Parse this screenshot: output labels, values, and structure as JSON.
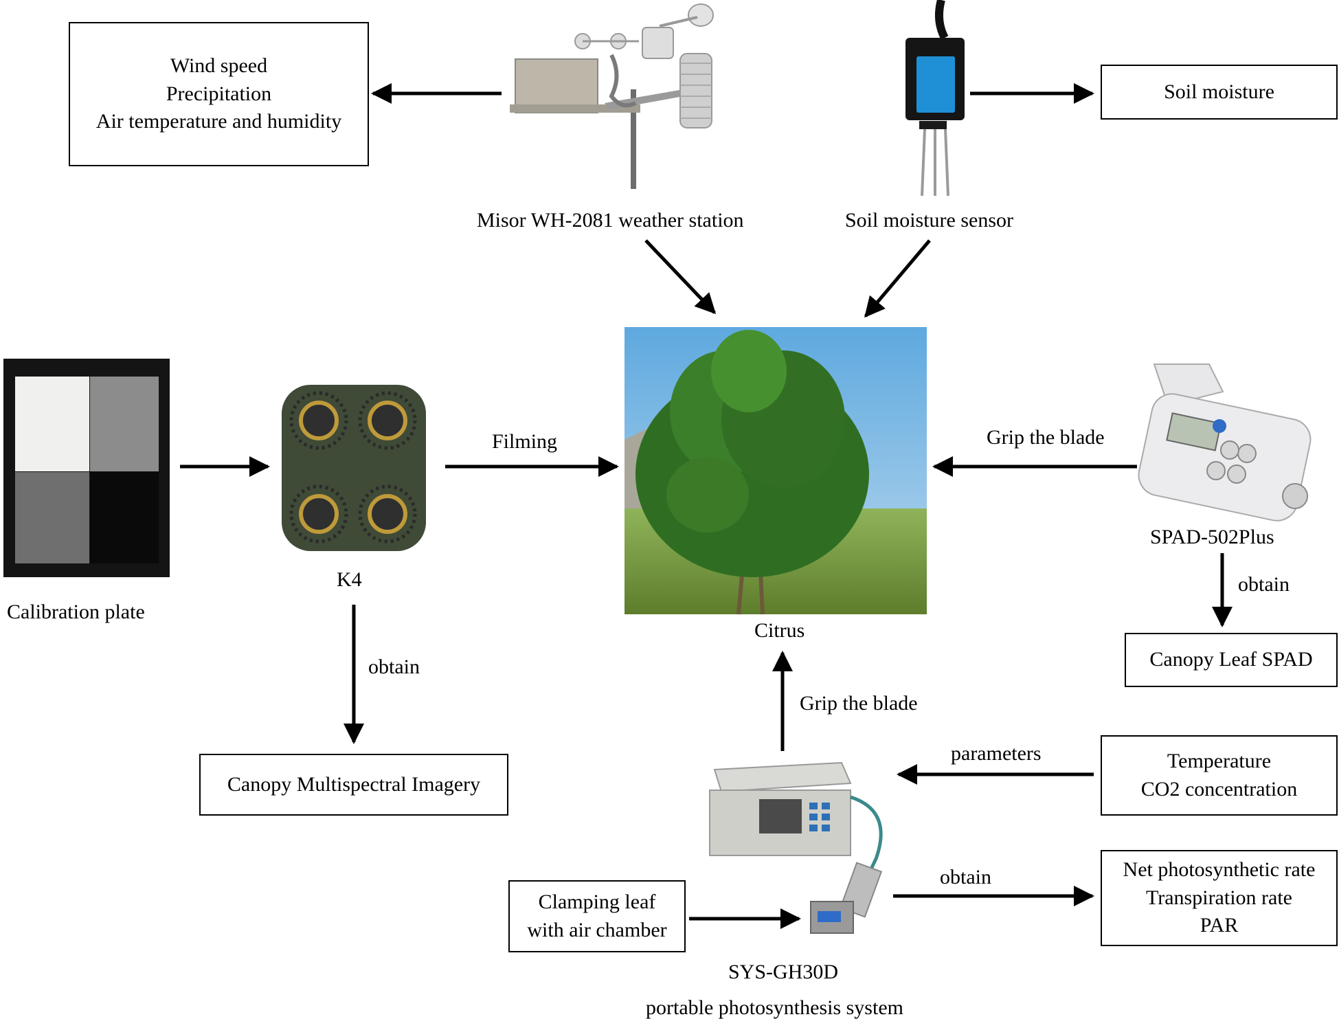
{
  "weather_outputs": [
    "Wind speed",
    "Precipitation",
    "Air temperature and humidity"
  ],
  "weather_station_label": "Misor WH-2081 weather station",
  "soil_sensor_label": "Soil moisture sensor",
  "soil_output": "Soil moisture",
  "calibration_label": "Calibration plate",
  "k4_label": "K4",
  "filming_label": "Filming",
  "citrus_label": "Citrus",
  "grip_label_top": "Grip the blade",
  "spad_label": "SPAD-502Plus",
  "spad_obtain": "obtain",
  "spad_output": "Canopy Leaf SPAD",
  "k4_obtain": "obtain",
  "k4_output": "Canopy Multispectral Imagery",
  "grip_label_bottom": "Grip the blade",
  "parameters_label": "parameters",
  "param_inputs": [
    "Temperature",
    "CO2 concentration"
  ],
  "clamp_input": [
    "Clamping leaf",
    "with air chamber"
  ],
  "sys_obtain": "obtain",
  "sys_outputs": [
    "Net photosynthetic rate",
    "Transpiration rate",
    "PAR"
  ],
  "sys_label_line1": "SYS-GH30D",
  "sys_label_line2": "portable photosynthesis system"
}
